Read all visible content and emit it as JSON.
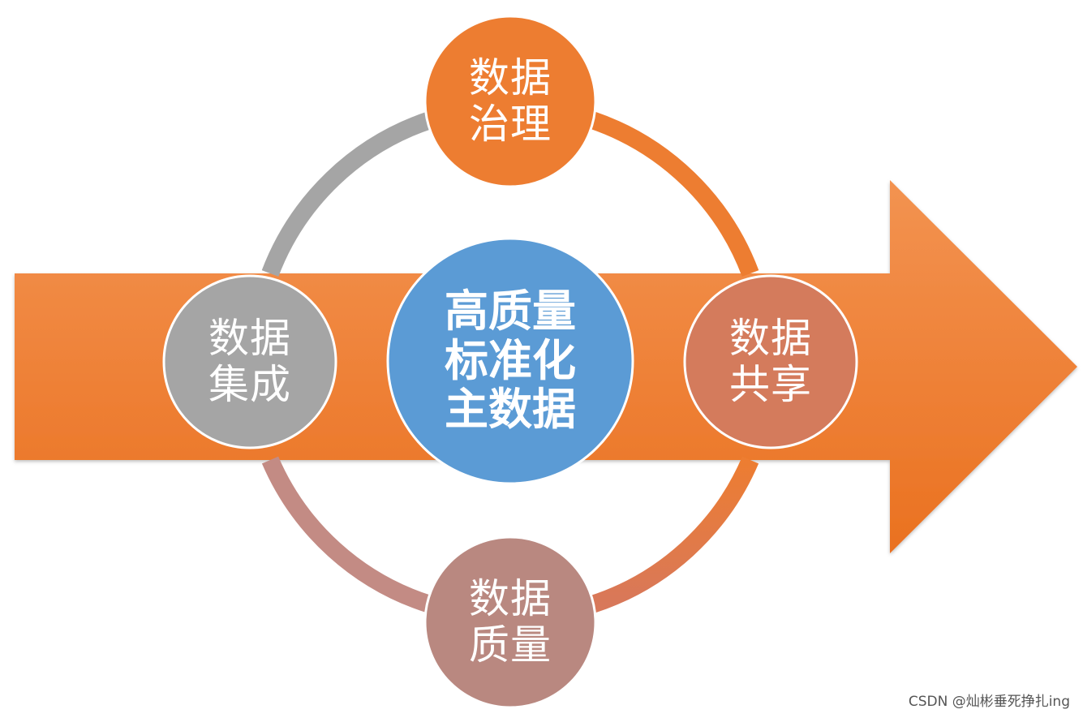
{
  "diagram": {
    "center": {
      "lines": [
        "高质量",
        "标准化",
        "主数据"
      ],
      "color": "#5B9BD5"
    },
    "nodes": [
      {
        "id": "governance",
        "lines": [
          "数据",
          "治理"
        ],
        "color": "#ED7D31"
      },
      {
        "id": "sharing",
        "lines": [
          "数据",
          "共享"
        ],
        "color": "#D47B5C"
      },
      {
        "id": "quality",
        "lines": [
          "数据",
          "质量"
        ],
        "color": "#B98880"
      },
      {
        "id": "integration",
        "lines": [
          "数据",
          "集成"
        ],
        "color": "#A5A5A5"
      }
    ],
    "arrow_color": "#ED7D31",
    "ring_colors": {
      "gray": "#A5A5A5",
      "orange": "#ED7D31",
      "rose": "#C98B80"
    }
  },
  "watermark": "CSDN @灿彬垂死挣扎ing"
}
